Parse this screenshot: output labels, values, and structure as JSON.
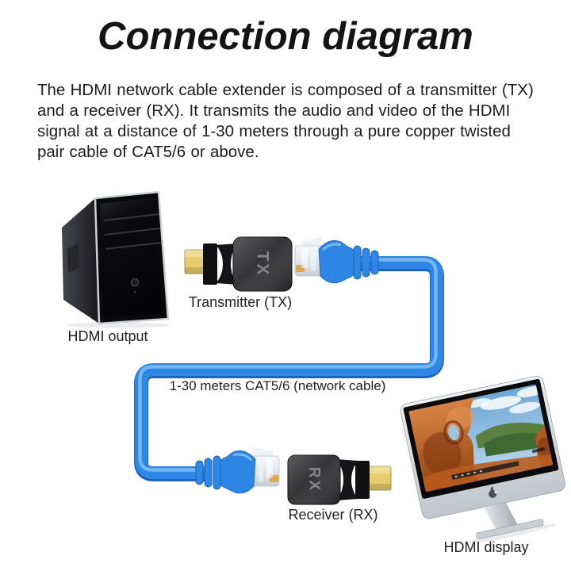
{
  "title": "Connection diagram",
  "description": "The HDMI network cable extender is composed of a transmitter (TX) and a receiver (RX). It transmits the audio and video of the HDMI signal at a distance of 1-30 meters through a pure copper twisted pair cable of CAT5/6 or above.",
  "diagram": {
    "pc_label": "HDMI output",
    "transmitter_label": "Transmitter (TX)",
    "transmitter_badge": "TX",
    "cable_label": "1-30 meters CAT5/6 (network cable)",
    "receiver_label": "Receiver (RX)",
    "receiver_badge": "RX",
    "display_label": "HDMI display"
  },
  "colors": {
    "cable_blue": "#2e87e4",
    "cable_highlight": "#8cc6f5",
    "cable_shadow": "#1b63bd",
    "hdmi_gold": "#e6cd6d",
    "adapter_dark": "#2d2d30",
    "badge_text": "#85858b",
    "text_primary": "#1c1c1c"
  }
}
